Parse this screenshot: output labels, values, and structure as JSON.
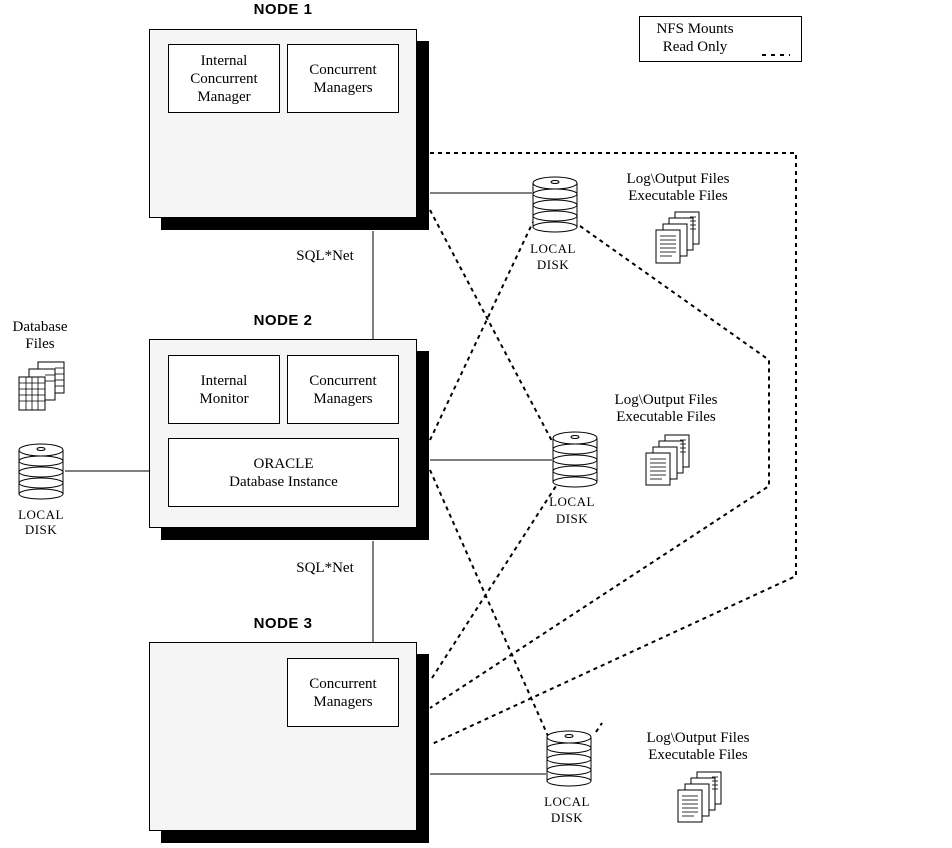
{
  "legend": {
    "line1": "NFS Mounts",
    "line2": "Read  Only"
  },
  "nodes": [
    {
      "title": "NODE 1",
      "components": [
        {
          "lines": [
            "Internal",
            "Concurrent",
            "Manager"
          ]
        },
        {
          "lines": [
            "Concurrent",
            "Managers"
          ]
        }
      ]
    },
    {
      "title": "NODE 2",
      "components": [
        {
          "lines": [
            "Internal",
            "Monitor"
          ]
        },
        {
          "lines": [
            "Concurrent",
            "Managers"
          ]
        },
        {
          "lines": [
            "ORACLE",
            "Database Instance"
          ]
        }
      ]
    },
    {
      "title": "NODE 3",
      "components": [
        {
          "lines": [
            "Concurrent",
            "Managers"
          ]
        }
      ]
    }
  ],
  "links": {
    "sqlnet_1": "SQL*Net",
    "sqlnet_2": "SQL*Net"
  },
  "disks": [
    {
      "line1": "LOCAL",
      "line2": "DISK"
    },
    {
      "line1": "LOCAL",
      "line2": "DISK"
    },
    {
      "line1": "LOCAL",
      "line2": "DISK"
    },
    {
      "line1": "LOCAL",
      "line2": "DISK"
    }
  ],
  "file_labels": [
    {
      "line1": "Log\\Output  Files",
      "line2": "Executable Files"
    },
    {
      "line1": "Log\\Output  Files",
      "line2": "Executable Files"
    },
    {
      "line1": "Log\\Output  Files",
      "line2": "Executable Files"
    }
  ],
  "database_files": {
    "line1": "Database",
    "line2": "Files"
  },
  "colors": {
    "node_fill": "#f5f5f5",
    "shadow": "#000000",
    "line": "#000000"
  }
}
